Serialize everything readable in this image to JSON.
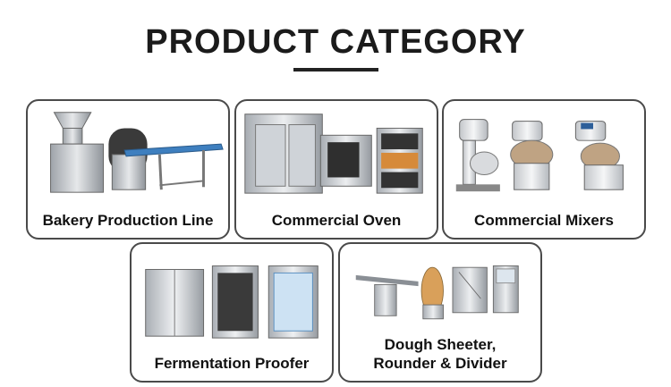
{
  "header": {
    "title": "PRODUCT CATEGORY"
  },
  "categories": [
    {
      "label": "Bakery Production Line"
    },
    {
      "label": "Commercial Oven"
    },
    {
      "label": "Commercial Mixers"
    },
    {
      "label": "Fermentation Proofer"
    },
    {
      "label": "Dough Sheeter,",
      "label_line2": "Rounder & Divider"
    }
  ],
  "colors": {
    "text": "#111111",
    "border": "#4a4a4a",
    "steel": "#c9ccd1",
    "accent_blue": "#2f6fb0"
  }
}
